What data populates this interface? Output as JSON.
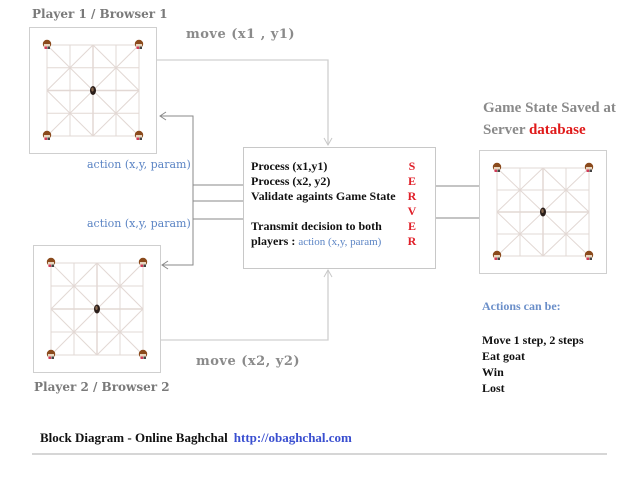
{
  "title": "Block Diagram - Online Baghchal",
  "url": "http://obaghchal.com",
  "player1": {
    "label": "Player 1 / Browser 1",
    "move_label": "move (x1 , y1)",
    "action_label": "action (x,y, param)"
  },
  "player2": {
    "label": "Player 2 / Browser 2",
    "move_label": "move (x2, y2)",
    "action_label": "action (x,y, param)"
  },
  "server": {
    "lines": [
      "Process (x1,y1)",
      "Process (x2, y2)",
      "Validate againts Game State",
      "",
      "Transmit decision to both"
    ],
    "last_line_prefix": "players :",
    "last_line_action": "action (x,y, param)",
    "letters": [
      "S",
      "E",
      "R",
      "V",
      "E",
      "R"
    ]
  },
  "game_state": {
    "line1": "Game State Saved at",
    "line2_prefix": "Server",
    "line2_highlight": "database"
  },
  "actions": {
    "title": "Actions can be:",
    "items": [
      "Move 1 step, 2 steps",
      "Eat goat",
      "Win",
      "Lost"
    ]
  },
  "board": {
    "pieces": {
      "tiger_corner": "tiger-icon",
      "goat_center": "goat-icon"
    }
  },
  "colors": {
    "server_letters": "#e0202a",
    "action_text": "#5b84c4",
    "url": "#3a4fd0",
    "database": "#e01a1a"
  }
}
